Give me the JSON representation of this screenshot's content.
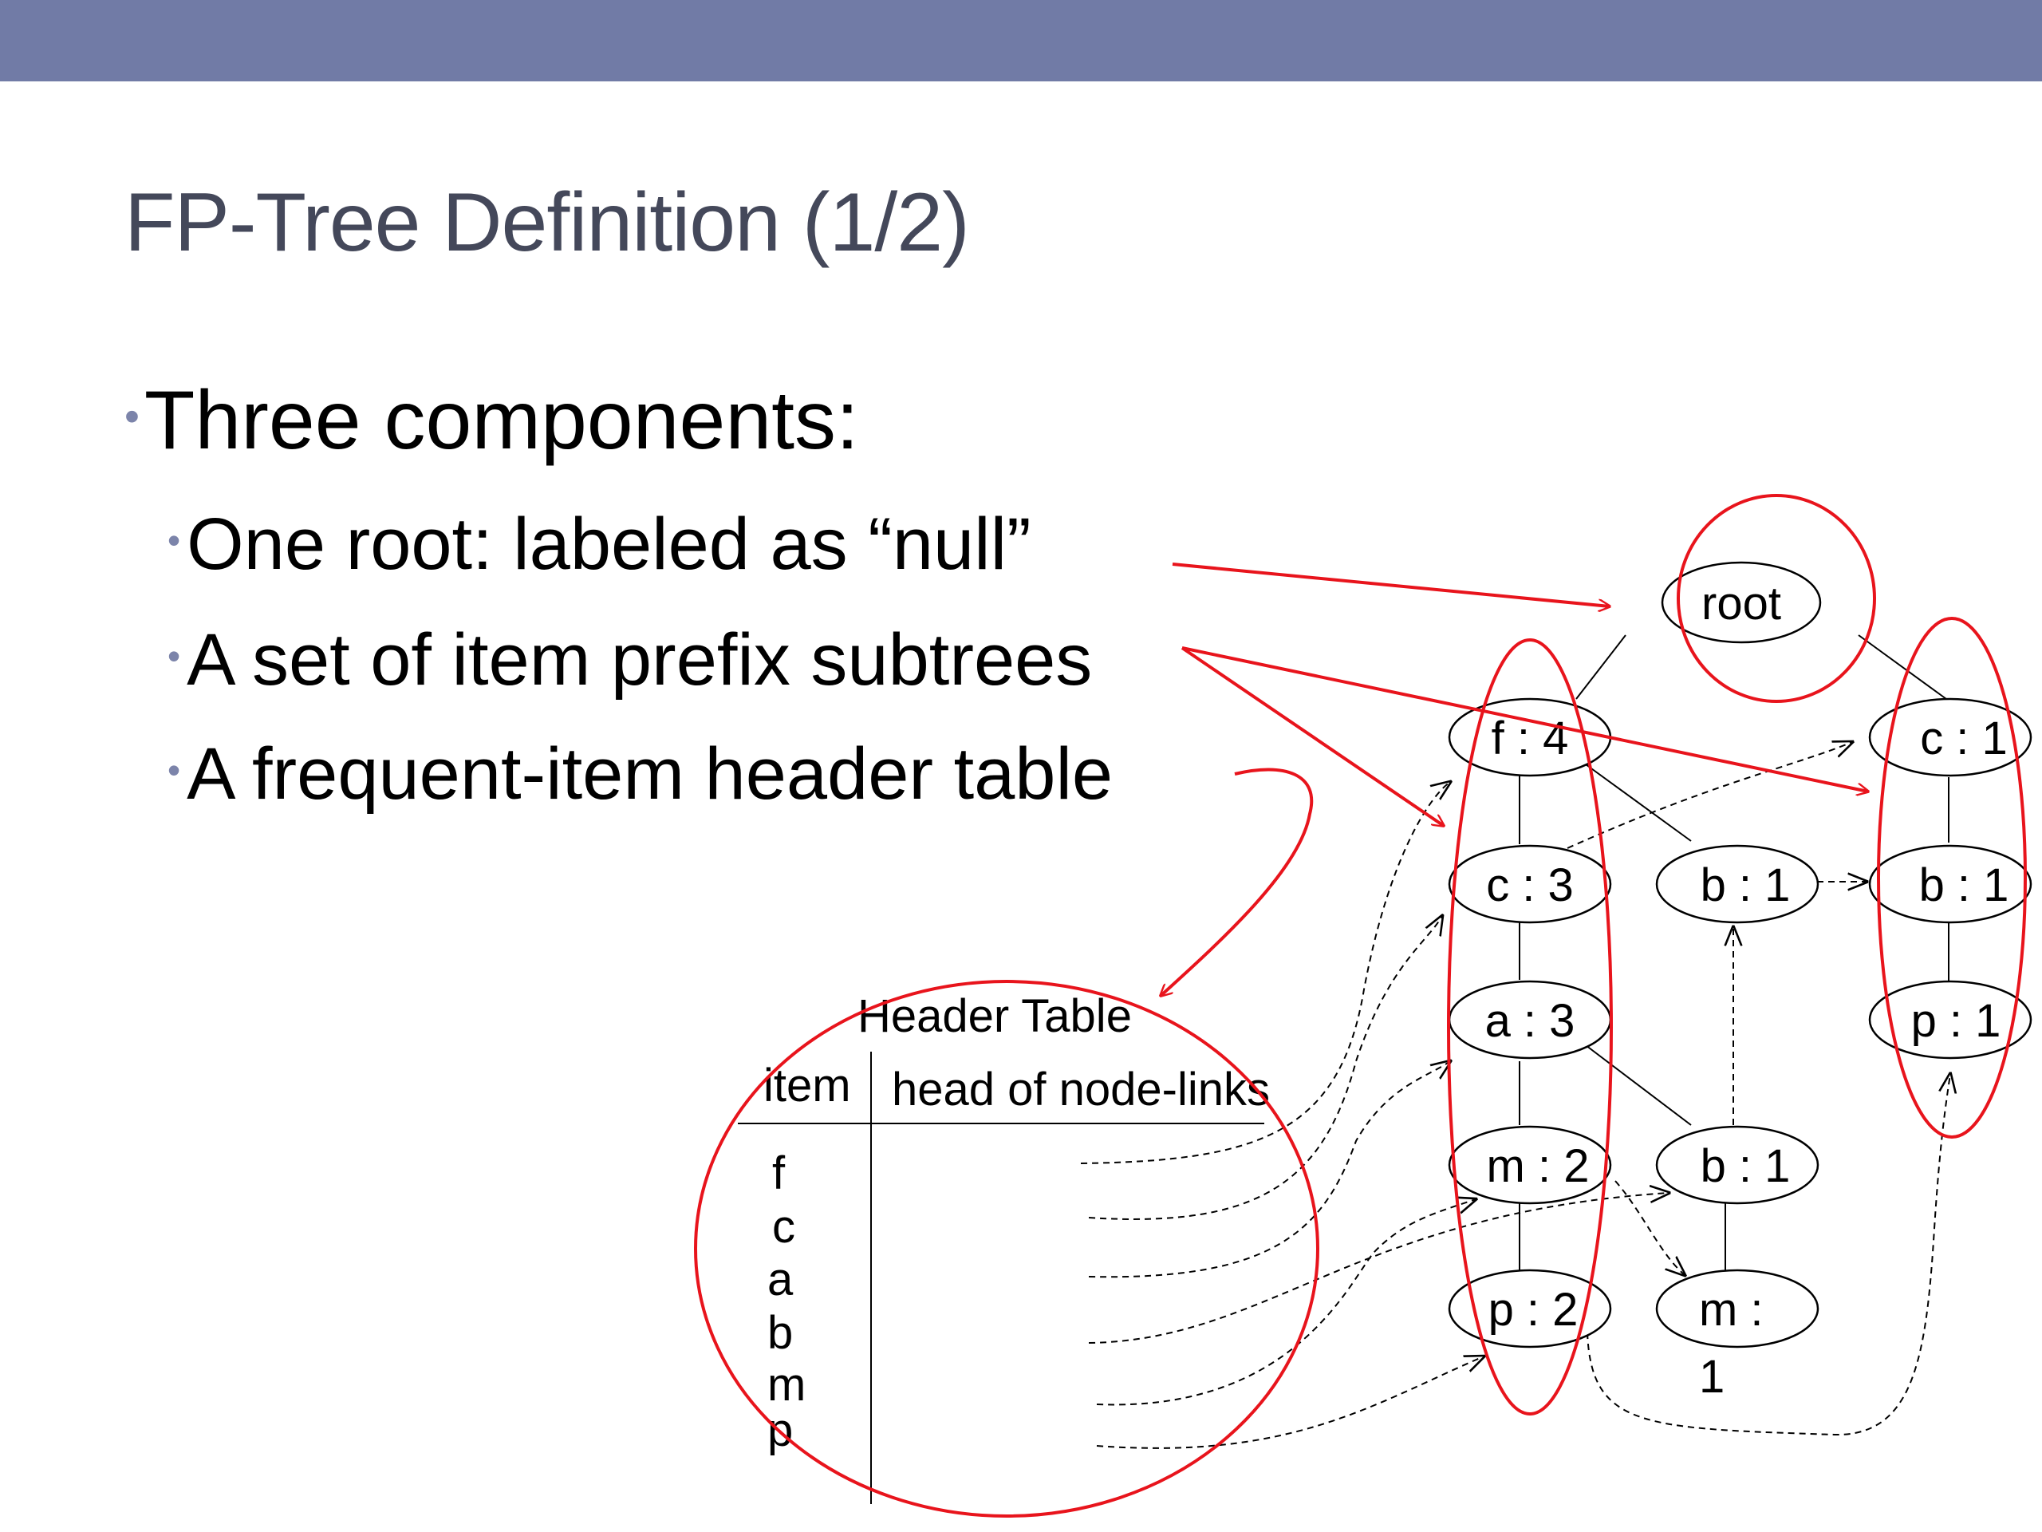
{
  "title": "FP-Tree Definition (1/2)",
  "bullets": {
    "main": "Three components:",
    "sub": [
      "One root: labeled as “null”",
      "A set of item prefix subtrees",
      "A frequent-item header table"
    ]
  },
  "header_table": {
    "title": "Header Table",
    "col_item": "item",
    "col_head": "head of node-links",
    "items": [
      "f",
      "c",
      "a",
      "b",
      "m",
      "p"
    ]
  },
  "tree": {
    "root": "root",
    "nodes": [
      "f : 4",
      "c : 3",
      "a : 3",
      "m : 2",
      "p : 2",
      "b : 1",
      "b : 1",
      "m :",
      "1",
      "c : 1",
      "b : 1",
      "p : 1"
    ]
  },
  "colors": {
    "band": "#717ba6",
    "title": "#44485a",
    "highlight": "#e8141c"
  }
}
